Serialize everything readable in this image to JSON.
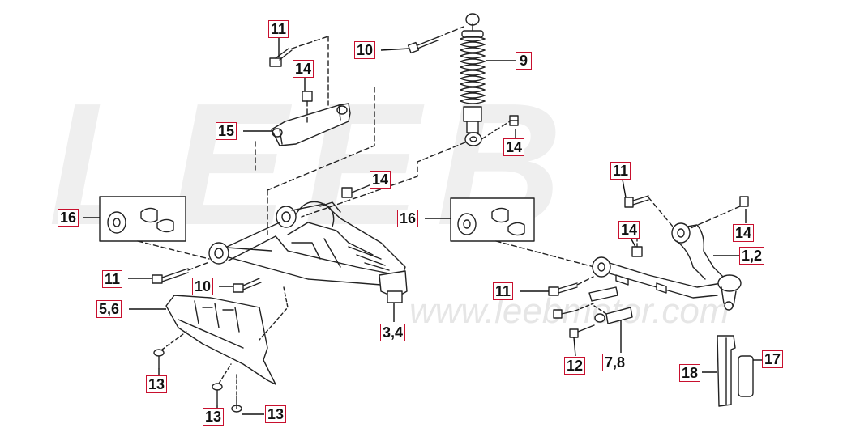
{
  "watermark": {
    "logo": "LEEB",
    "url": "www.leebmotor.com"
  },
  "callouts": {
    "c11a": "11",
    "c14a": "14",
    "c10a": "10",
    "c9": "9",
    "c14b": "14",
    "c15": "15",
    "c14c": "14",
    "c16a": "16",
    "c16b": "16",
    "c11b": "11",
    "c14d": "14",
    "c14e": "14",
    "c12": "1,2",
    "c11c": "11",
    "c10b": "10",
    "c56": "5,6",
    "c34": "3,4",
    "c11d": "11",
    "c12b": "12",
    "c78": "7,8",
    "c13a": "13",
    "c13b": "13",
    "c13c": "13",
    "c18": "18",
    "c17": "17"
  }
}
